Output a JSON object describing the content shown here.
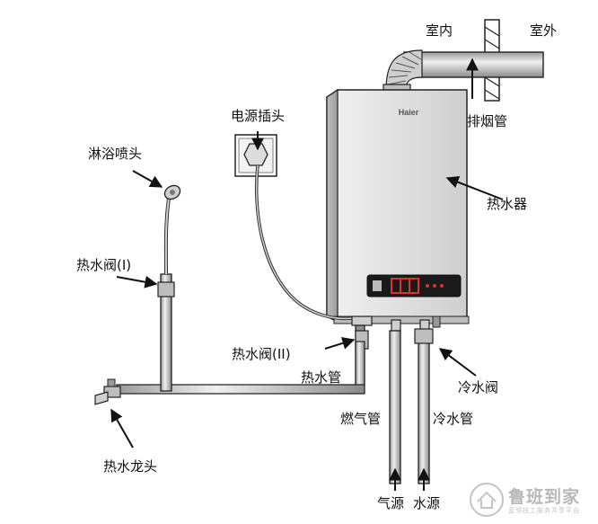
{
  "labels": {
    "indoor": "室内",
    "outdoor": "室外",
    "flue": "排烟管",
    "power_plug": "电源插头",
    "heater": "热水器",
    "shower_head": "淋浴喷头",
    "hot_valve_1": "热水阀(I)",
    "hot_valve_2": "热水阀(II)",
    "hot_pipe": "热水管",
    "cold_valve": "冷水阀",
    "gas_pipe": "燃气管",
    "cold_pipe": "冷水管",
    "hot_faucet": "热水龙头",
    "gas_source": "气源",
    "water_source": "水源"
  },
  "brand": "Haier",
  "watermark": {
    "title": "鲁班到家",
    "subtitle": "蓝领技工服务共享平台"
  },
  "colors": {
    "line": "#222222",
    "pipe_fill": "#d9d9d9",
    "heater_body": "#e6e6e6",
    "display": "#1a1a1a",
    "display_red": "#e03030",
    "watermark": "#bdbdbd"
  }
}
